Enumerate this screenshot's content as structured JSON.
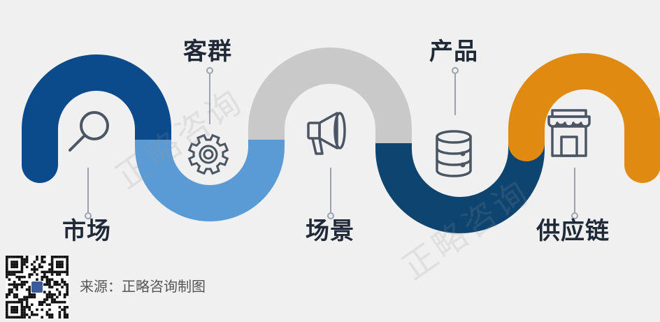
{
  "stages": [
    {
      "id": "market",
      "label": "市场",
      "color": "#0b4a8b",
      "icon": "magnifier-icon",
      "icon_color": "#4b5563"
    },
    {
      "id": "customer",
      "label": "客群",
      "color": "#5b9bd5",
      "icon": "gear-icon",
      "icon_color": "#4b5563"
    },
    {
      "id": "scenario",
      "label": "场景",
      "color": "#c9c9c9",
      "icon": "megaphone-icon",
      "icon_color": "#4b5563"
    },
    {
      "id": "product",
      "label": "产品",
      "color": "#0e4470",
      "icon": "database-icon",
      "icon_color": "#4b5563"
    },
    {
      "id": "supply",
      "label": "供应链",
      "color": "#e08a12",
      "icon": "store-icon",
      "icon_color": "#4b5563"
    }
  ],
  "watermark": [
    "正略咨询",
    "正略咨询"
  ],
  "source_text": "来源：正略咨询制图"
}
